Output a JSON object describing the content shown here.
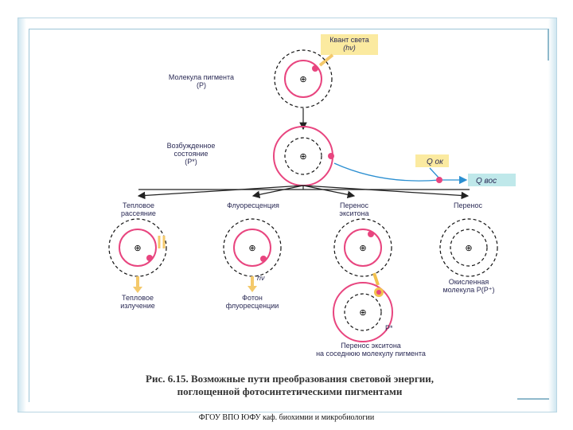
{
  "labels": {
    "quantum": [
      "Квант света",
      "(hν)"
    ],
    "molecule": [
      "Молекула пигмента",
      "(P)"
    ],
    "excited": [
      "Возбужденное",
      "состояние",
      "(P*)"
    ],
    "thermal": [
      "Тепловое",
      "рассеяние"
    ],
    "fluor": "Флуоресценция",
    "exciton": [
      "Перенос",
      "экситона"
    ],
    "transfer": "Перенос",
    "thermal_out": [
      "Тепловое",
      "излучение"
    ],
    "photon": [
      "Фотон",
      "флуоресценции"
    ],
    "hv": "hν",
    "oxidized": [
      "Окисленная",
      "молекула P(P⁺)"
    ],
    "exciton_next": [
      "Перенос экситона",
      "на соседнюю молекулу пигмента"
    ],
    "p_star": "P*",
    "q_ox": "Q ок",
    "q_red": "Q вос",
    "plus": "⊕"
  },
  "caption": [
    "Рис. 6.15. Возможные пути преобразования световой энергии,",
    "поглощенной фотосинтетическими пигментами"
  ],
  "footer": "ФГОУ ВПО ЮФУ каф. биохимии и микробиологии",
  "colors": {
    "orbit": "#e8457f",
    "electron": "#e8457f",
    "arrow": "#222222",
    "thermal": "#f4c96b",
    "blue": "#2b8fd1",
    "exciton": "#f2c14e",
    "label": "#2a2a55"
  }
}
